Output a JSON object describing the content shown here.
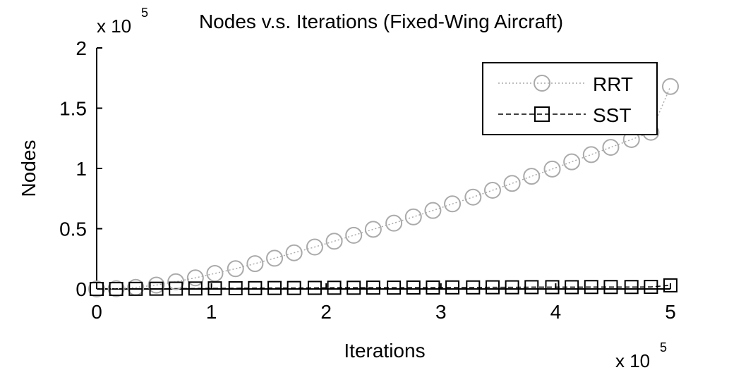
{
  "chart_data": {
    "type": "line",
    "title": "Nodes v.s. Iterations (Fixed-Wing Aircraft)",
    "xlabel": "Iterations",
    "ylabel": "Nodes",
    "x_multiplier": "x 10",
    "x_exponent": "5",
    "y_multiplier": "x 10",
    "y_exponent": "5",
    "xlim": [
      0,
      5
    ],
    "ylim": [
      0,
      2
    ],
    "xticks": [
      0,
      1,
      2,
      3,
      4,
      5
    ],
    "xtick_labels": [
      "0",
      "1",
      "2",
      "3",
      "4",
      "5"
    ],
    "yticks": [
      0,
      0.5,
      1,
      1.5,
      2
    ],
    "ytick_labels": [
      "0",
      "0.5",
      "1",
      "1.5",
      "2"
    ],
    "grid": false,
    "legend_position": "top-right",
    "x": [
      0,
      0.17,
      0.34,
      0.52,
      0.69,
      0.86,
      1.03,
      1.21,
      1.38,
      1.55,
      1.72,
      1.9,
      2.07,
      2.24,
      2.41,
      2.59,
      2.76,
      2.93,
      3.1,
      3.28,
      3.45,
      3.62,
      3.79,
      3.97,
      4.14,
      4.31,
      4.48,
      4.66,
      4.83,
      5.0
    ],
    "series": [
      {
        "name": "RRT",
        "marker": "circle",
        "line_style": "dotted",
        "color": "#aaaaaa",
        "values": [
          0.0,
          0.002,
          0.013,
          0.032,
          0.06,
          0.092,
          0.129,
          0.168,
          0.21,
          0.255,
          0.3,
          0.348,
          0.396,
          0.445,
          0.495,
          0.546,
          0.598,
          0.651,
          0.706,
          0.762,
          0.819,
          0.876,
          0.935,
          0.995,
          1.055,
          1.115,
          1.175,
          1.24,
          1.3,
          1.68
        ]
      },
      {
        "name": "SST",
        "marker": "square",
        "line_style": "dashed",
        "color": "#000000",
        "values": [
          0.0,
          0.0,
          0.001,
          0.002,
          0.003,
          0.004,
          0.005,
          0.006,
          0.007,
          0.008,
          0.008,
          0.009,
          0.01,
          0.01,
          0.011,
          0.011,
          0.012,
          0.012,
          0.013,
          0.013,
          0.014,
          0.014,
          0.015,
          0.015,
          0.015,
          0.016,
          0.016,
          0.016,
          0.017,
          0.03
        ]
      }
    ]
  }
}
